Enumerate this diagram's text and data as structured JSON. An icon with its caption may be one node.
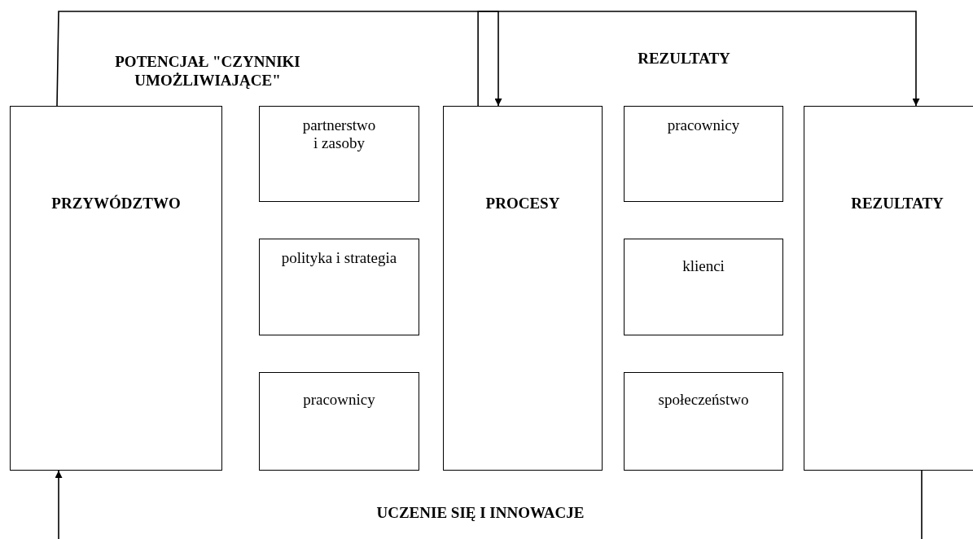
{
  "diagram": {
    "nodes": [
      {
        "text": [
          "PRZYWÓDZTWO"
        ]
      },
      {
        "text": [
          "partnerstwo i zasoby"
        ]
      },
      {
        "text": [
          "polityka i strategia"
        ]
      },
      {
        "text": [
          "pracownicy"
        ]
      },
      {
        "text": [
          "PROCESY"
        ]
      },
      {
        "text": [
          "pracownicy"
        ]
      },
      {
        "text": [
          "klienci"
        ]
      },
      {
        "text": [
          "społeczeństwo"
        ]
      },
      {
        "text": [
          "REZULTATY"
        ]
      }
    ],
    "edges": [
      {
        "from": 0,
        "to": 4,
        "arrow": "to",
        "label": "POTENCJAŁ \"CZYNNIKI UMOŻLIWIAJĄCE\""
      },
      {
        "from": 4,
        "to": 8,
        "arrow": "to",
        "label": "REZULTATY"
      },
      {
        "from": 8,
        "to": null,
        "arrow": "none"
      },
      {
        "from": null,
        "to": 0,
        "arrow": "to"
      }
    ],
    "labels": [
      "UCZENIE SIĘ I INNOWACJE"
    ]
  }
}
